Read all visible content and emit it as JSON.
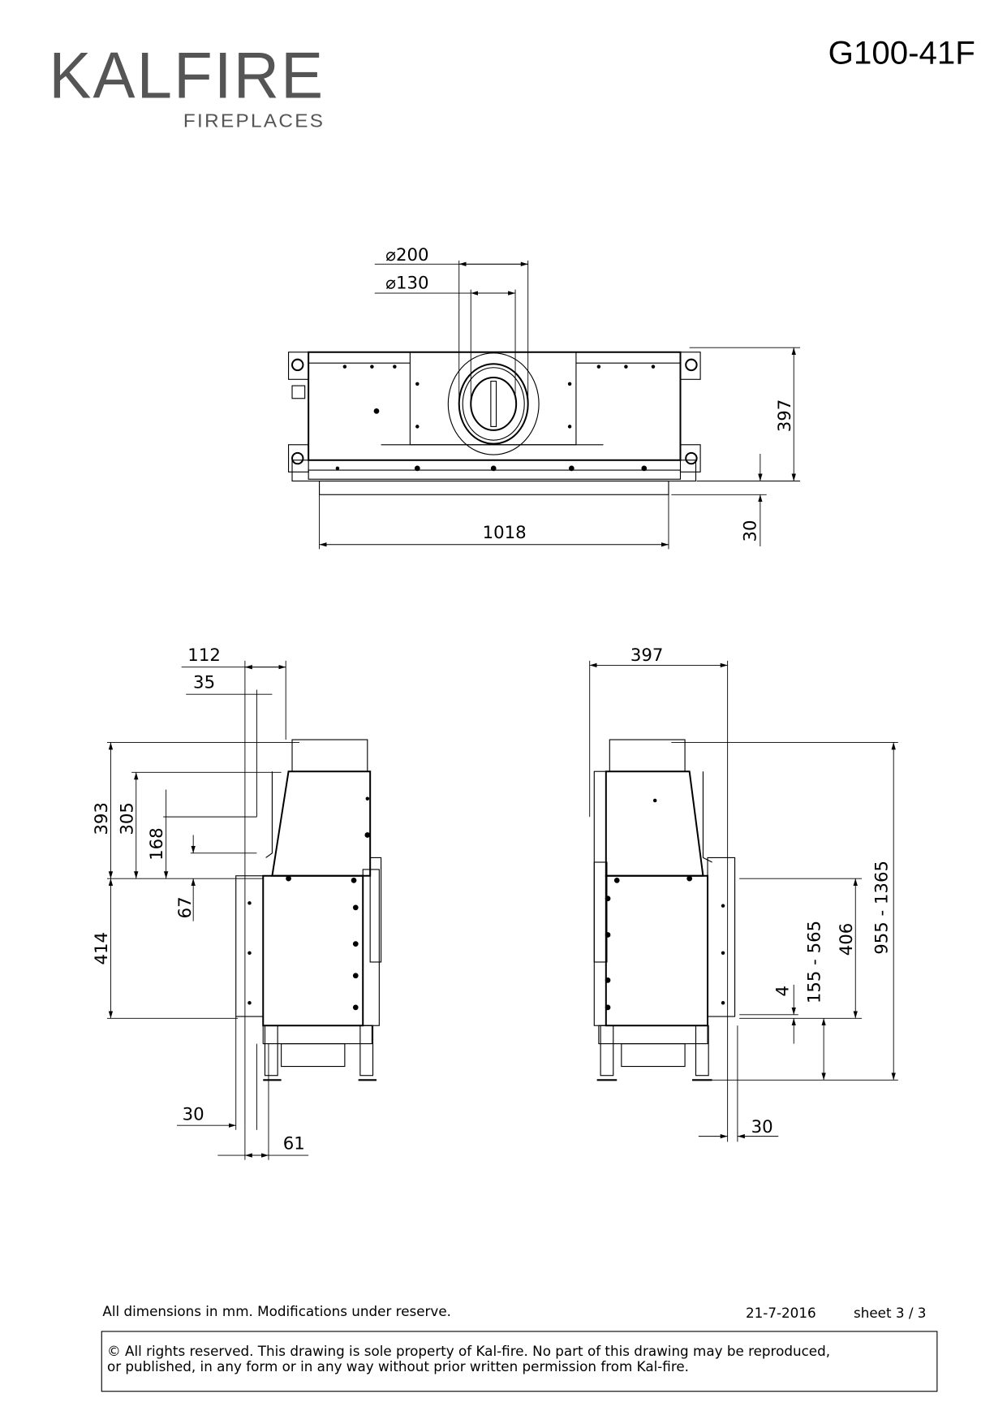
{
  "header": {
    "brand": "KALFIRE",
    "brand_sub": "FIREPLACES",
    "model": "G100-41F"
  },
  "top_view": {
    "dia_outer": "200",
    "dia_inner": "130",
    "depth": "397",
    "offset": "30",
    "width": "1018"
  },
  "left_view": {
    "d112": "112",
    "d35": "35",
    "d393": "393",
    "d305": "305",
    "d168": "168",
    "d67": "67",
    "d414": "414",
    "d30": "30",
    "d61": "61"
  },
  "right_view": {
    "d397": "397",
    "d955_1365": "955 - 1365",
    "d406": "406",
    "d155_565": "155 - 565",
    "d4": "4",
    "d30": "30"
  },
  "footer": {
    "note": "All dimensions in mm. Modifications under reserve.",
    "date": "21-7-2016",
    "sheet": "sheet 3 / 3",
    "copyright_line1": "© All rights reserved. This drawing is sole property of Kal-fire. No part of this drawing may be reproduced,",
    "copyright_line2": "or published, in any form or in any way without prior written permission from Kal-fire."
  }
}
